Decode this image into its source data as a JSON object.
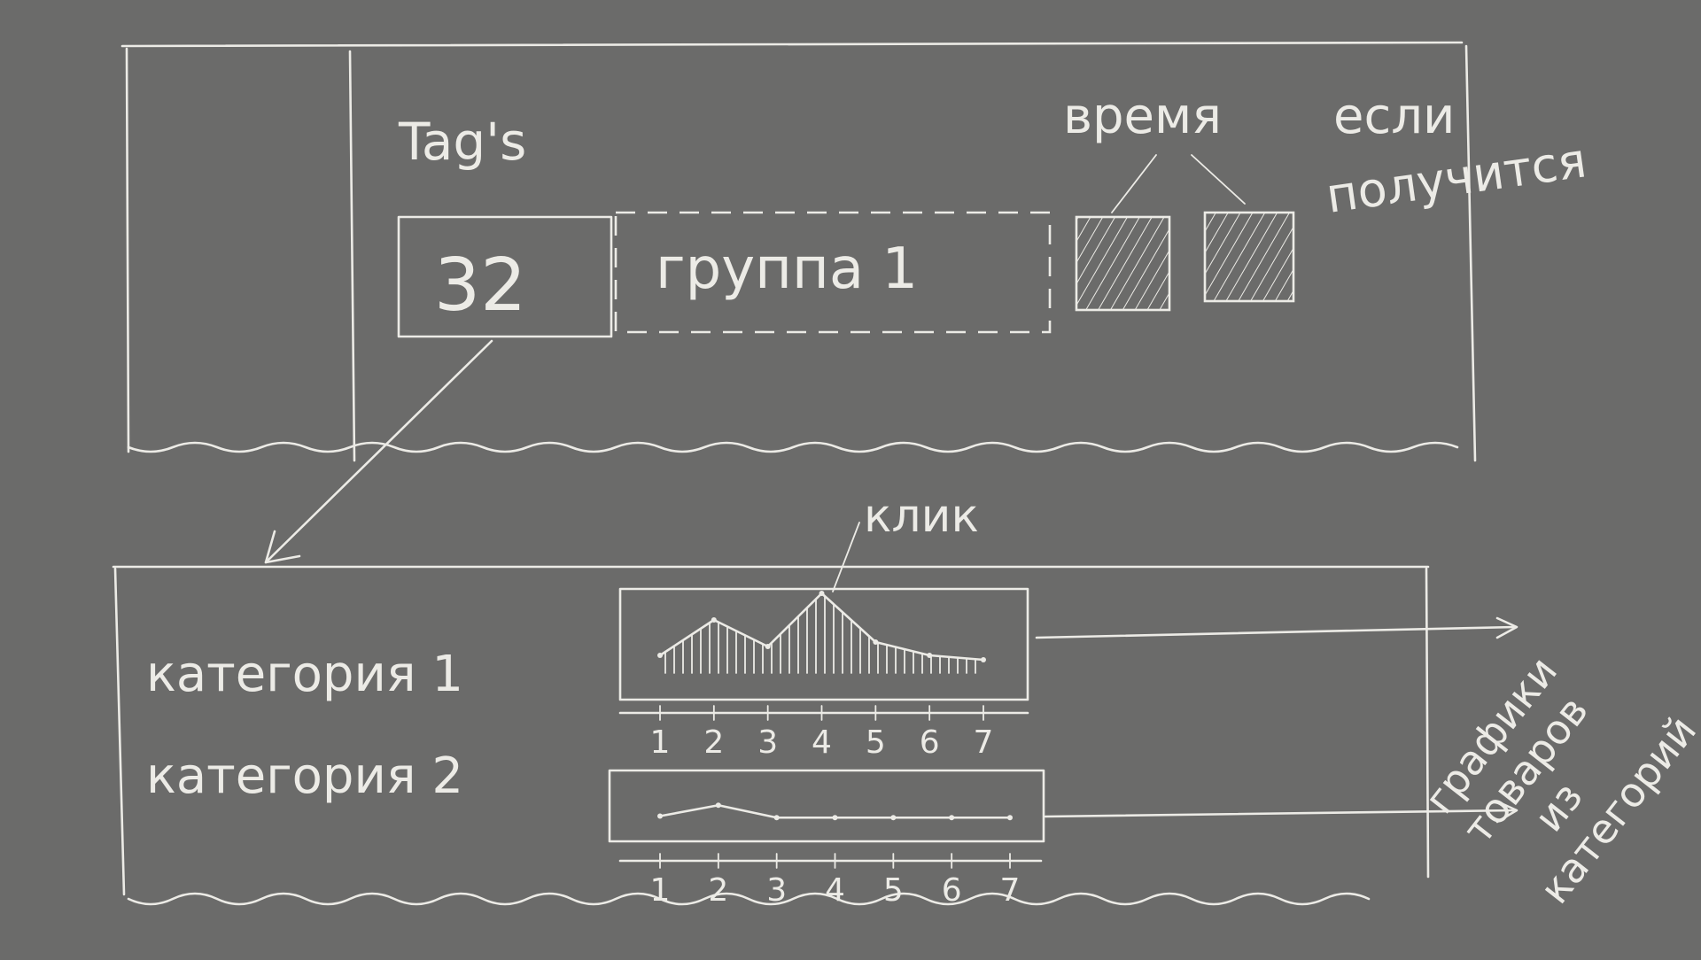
{
  "top_panel": {
    "tags_label": "Tag's",
    "tag_count": "32",
    "tag_group": "группа 1",
    "note_time": "время",
    "note_if": "если",
    "note_works": "получится"
  },
  "bottom_panel": {
    "click_note": "клик",
    "categories": [
      {
        "label": "категория 1"
      },
      {
        "label": "категория 2"
      }
    ],
    "side_note": [
      "графики",
      "товаров",
      "из",
      "категорий"
    ]
  },
  "chart_data": [
    {
      "type": "line",
      "x": [
        1,
        2,
        3,
        4,
        5,
        6,
        7
      ],
      "tick_labels": [
        "1",
        "2",
        "3",
        "4",
        "5",
        "6",
        "7"
      ],
      "values": [
        0.2,
        0.6,
        0.3,
        0.9,
        0.35,
        0.2,
        0.15
      ],
      "filled_with": "vertical hatch",
      "title": "",
      "xlabel": "",
      "ylabel": ""
    },
    {
      "type": "line",
      "x": [
        1,
        2,
        3,
        4,
        5,
        6,
        7
      ],
      "tick_labels": [
        "1",
        "2",
        "3",
        "4",
        "5",
        "6",
        "7"
      ],
      "values": [
        0.1,
        0.45,
        0.05,
        0.05,
        0.05,
        0.05,
        0.05
      ],
      "title": "",
      "xlabel": "",
      "ylabel": ""
    }
  ]
}
